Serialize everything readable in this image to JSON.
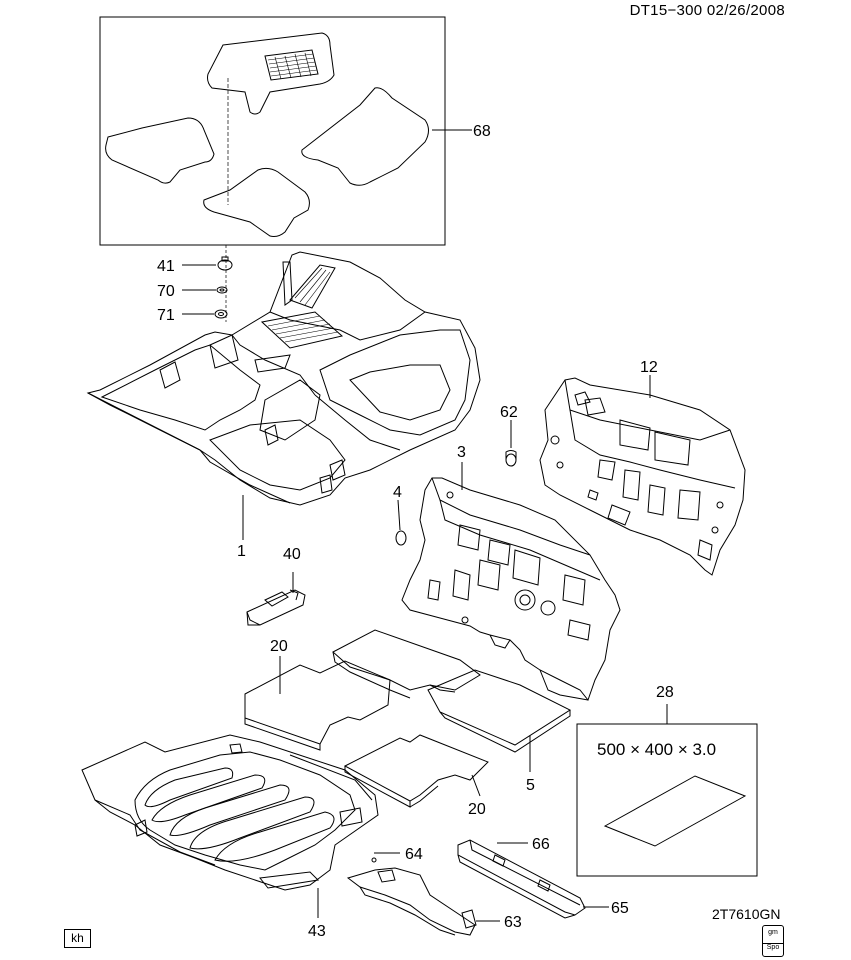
{
  "header": {
    "code": "DT15−300  02/26/2008"
  },
  "footer": {
    "drawing_id": "2T7610GN",
    "badge": "kh",
    "logo_icon": "gm-spo-logo"
  },
  "callouts": {
    "c1": "1",
    "c3": "3",
    "c4": "4",
    "c5": "5",
    "c12": "12",
    "c20a": "20",
    "c20b": "20",
    "c28": "28",
    "c40": "40",
    "c41": "41",
    "c43": "43",
    "c62": "62",
    "c63": "63",
    "c64": "64",
    "c65": "65",
    "c66": "66",
    "c68": "68",
    "c70": "70",
    "c71": "71"
  },
  "part28_dimensions": "500 × 400 × 3.0",
  "colors": {
    "line": "#000000",
    "background": "#ffffff"
  }
}
